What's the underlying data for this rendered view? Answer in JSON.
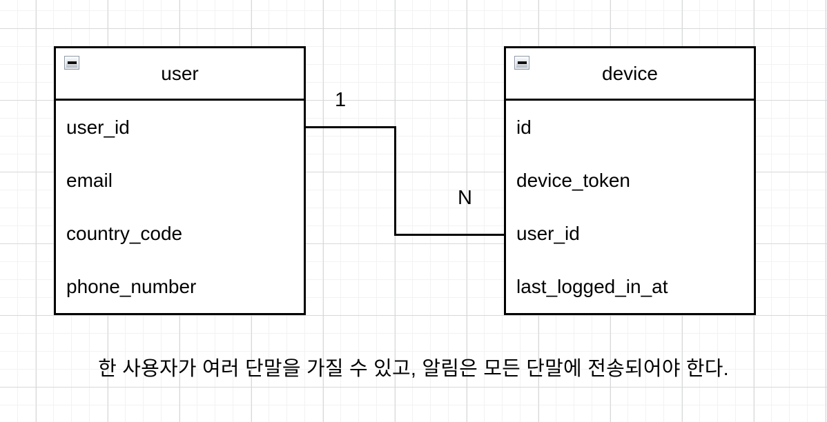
{
  "canvas": {
    "background_color": "#ffffff",
    "grid_minor_color": "#f2f2f2",
    "grid_major_color": "#d7d8d9",
    "stroke_color": "#000000"
  },
  "entities": [
    {
      "title": "user",
      "fields": [
        "user_id",
        "email",
        "country_code",
        "phone_number"
      ]
    },
    {
      "title": "device",
      "fields": [
        "id",
        "device_token",
        "user_id",
        "last_logged_in_at"
      ]
    }
  ],
  "relationship": {
    "source_cardinality": "1",
    "target_cardinality": "N"
  },
  "icons": {
    "collapse": "collapse-minus-icon"
  },
  "caption": "한 사용자가 여러 단말을 가질 수 있고, 알림은 모든 단말에 전송되어야 한다."
}
